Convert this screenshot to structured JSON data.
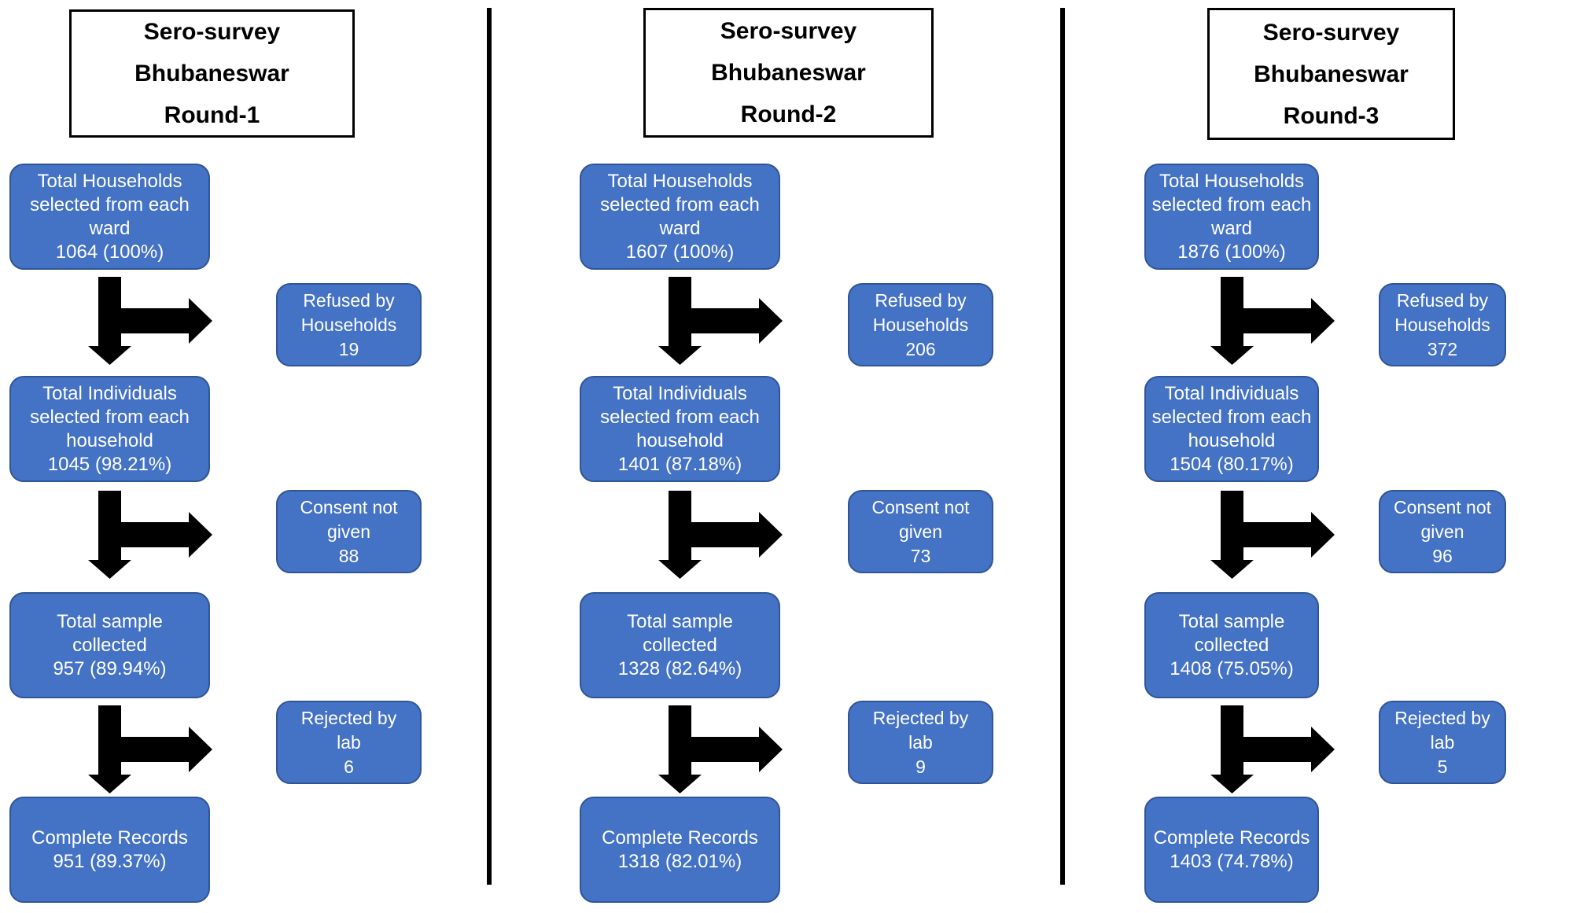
{
  "colors": {
    "box_fill": "#4472C4",
    "box_border": "#2F5597",
    "box_text": "#FFFFFF",
    "title_border": "#000000",
    "title_text": "#000000",
    "arrow": "#000000",
    "divider": "#000000",
    "background": "#FFFFFF"
  },
  "rounds": [
    {
      "title": {
        "line1": "Sero-survey",
        "line2": "Bhubaneswar",
        "line3": "Round-1"
      },
      "steps": [
        {
          "label": "Total Households\nselected from each\nward",
          "value": "1064 (100%)"
        },
        {
          "label": "Total Individuals\nselected from each\nhousehold",
          "value": "1045 (98.21%)"
        },
        {
          "label": "Total sample\ncollected",
          "value": "957 (89.94%)"
        },
        {
          "label": "Complete Records",
          "value": "951 (89.37%)"
        }
      ],
      "exclusions": [
        {
          "label": "Refused by\nHouseholds",
          "value": "19"
        },
        {
          "label": "Consent not\ngiven",
          "value": "88"
        },
        {
          "label": "Rejected by\nlab",
          "value": "6"
        }
      ]
    },
    {
      "title": {
        "line1": "Sero-survey",
        "line2": "Bhubaneswar",
        "line3": "Round-2"
      },
      "steps": [
        {
          "label": "Total Households\nselected from each\nward",
          "value": "1607 (100%)"
        },
        {
          "label": "Total Individuals\nselected from each\nhousehold",
          "value": "1401 (87.18%)"
        },
        {
          "label": "Total sample\ncollected",
          "value": "1328 (82.64%)"
        },
        {
          "label": "Complete Records",
          "value": "1318 (82.01%)"
        }
      ],
      "exclusions": [
        {
          "label": "Refused by\nHouseholds",
          "value": "206"
        },
        {
          "label": "Consent not\ngiven",
          "value": "73"
        },
        {
          "label": "Rejected by\nlab",
          "value": "9"
        }
      ]
    },
    {
      "title": {
        "line1": "Sero-survey",
        "line2": "Bhubaneswar",
        "line3": "Round-3"
      },
      "steps": [
        {
          "label": "Total Households\nselected from each\nward",
          "value": "1876 (100%)"
        },
        {
          "label": "Total Individuals\nselected from each\nhousehold",
          "value": "1504 (80.17%)"
        },
        {
          "label": "Total sample\ncollected",
          "value": "1408 (75.05%)"
        },
        {
          "label": "Complete Records",
          "value": "1403 (74.78%)"
        }
      ],
      "exclusions": [
        {
          "label": "Refused by\nHouseholds",
          "value": "372"
        },
        {
          "label": "Consent not\ngiven",
          "value": "96"
        },
        {
          "label": "Rejected by\nlab",
          "value": "5"
        }
      ]
    }
  ]
}
